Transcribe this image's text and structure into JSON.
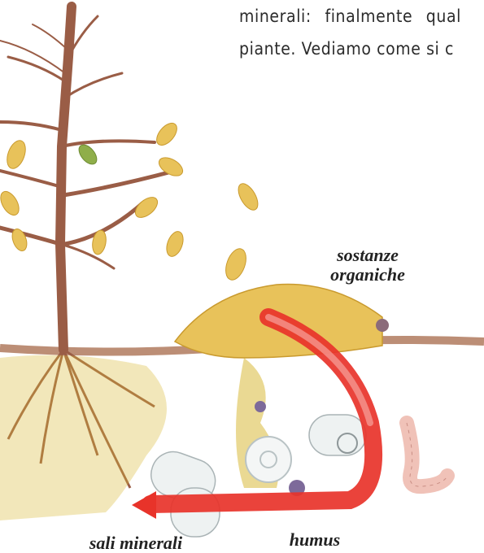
{
  "text": {
    "line1": "minerali: finalmente qual",
    "line2": "piante. Vediamo come si c"
  },
  "labels": {
    "organic": "sostanze organiche",
    "humus": "humus",
    "salts": "sali minerali"
  },
  "colors": {
    "trunk": "#9a5d46",
    "leaf": "#e8c25a",
    "soil": "#d9b93a",
    "arrow": "#e8332a",
    "worm": "#f0c2b8"
  }
}
